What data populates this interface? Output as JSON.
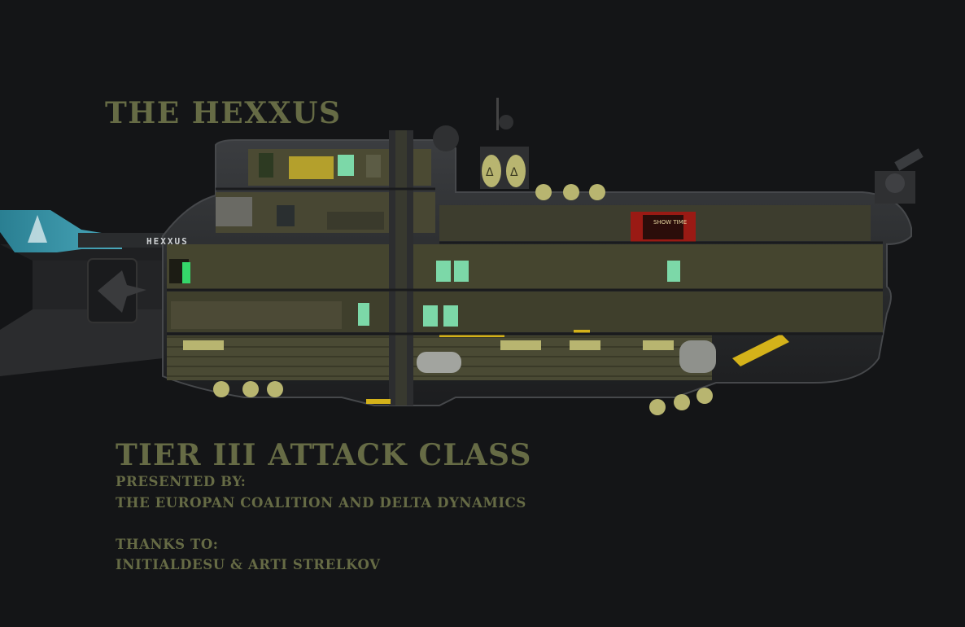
{
  "poster": {
    "title": "THE HEXXUS",
    "subtitle": "TIER III ATTACK CLASS",
    "presented_label": "PRESENTED BY:",
    "presenters": "THE EUROPAN COALITION AND DELTA DYNAMICS",
    "thanks_label": "THANKS TO:",
    "thanked": "INITIALDESU & ARTI STRELKOV"
  },
  "submarine": {
    "hull_name": "HEXXUS",
    "theater_sign": "SHOW TIME",
    "tank_emblem": "Δ"
  },
  "colors": {
    "background": "#141517",
    "stencil_text": "#666b45",
    "hull_dark": "#2a2c2e",
    "fin_blue": "#2f8fa3",
    "interior_olive": "#5f5d3b",
    "light_green": "#7cd8a8",
    "hazard_yellow": "#d4b21a",
    "curtain_red": "#9a1a14"
  }
}
